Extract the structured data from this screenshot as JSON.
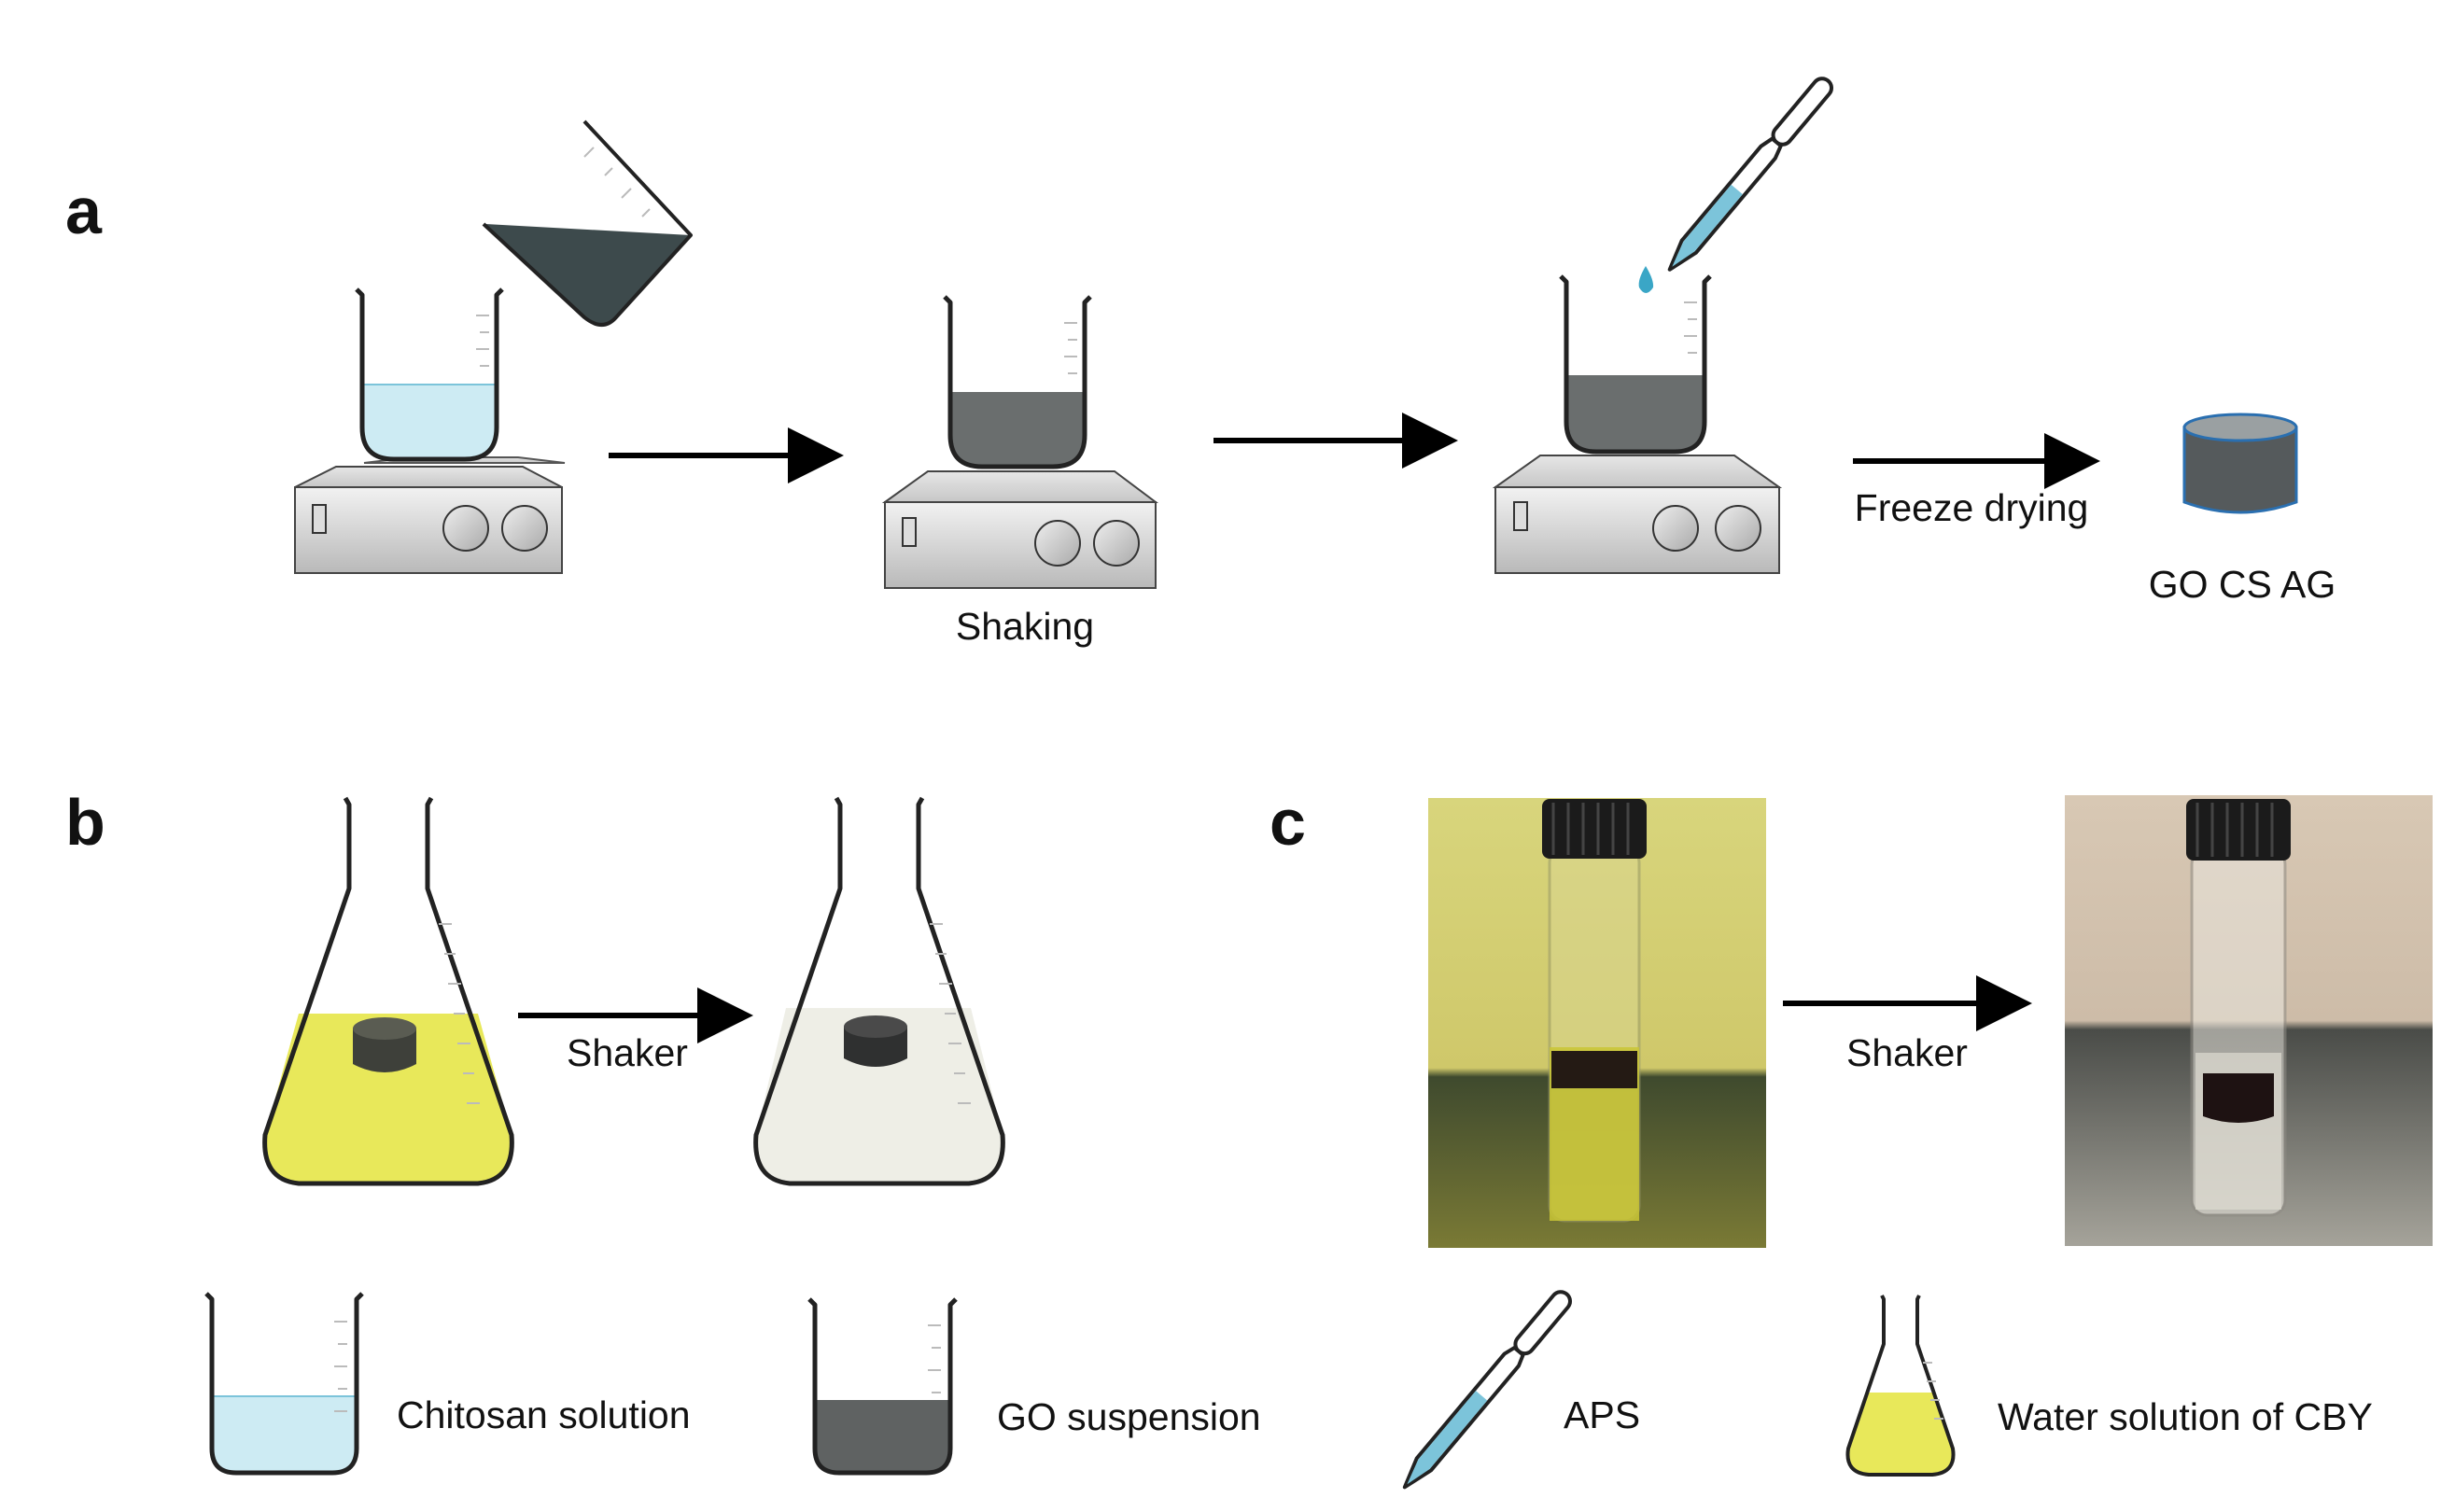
{
  "panels": {
    "a": "a",
    "b": "b",
    "c": "c"
  },
  "labels": {
    "shaking": "Shaking",
    "freeze_drying": "Freeze drying",
    "product": "GO CS AG",
    "shaker_b": "Shaker",
    "shaker_c": "Shaker"
  },
  "legend": {
    "chitosan": "Chitosan solution",
    "go": "GO suspension",
    "aps": "APS",
    "cby": "Water solution of CBY"
  },
  "colors": {
    "chitosan": "#cdebf3",
    "go_dark": "#3d4a4c",
    "mix": "#6a6e6e",
    "cby_yellow": "#e8e85a",
    "decolored": "#eeeee6",
    "aerogel": "#555a5c",
    "aerogel_edge": "#2a6fb0",
    "droplet": "#3aa6c6"
  }
}
